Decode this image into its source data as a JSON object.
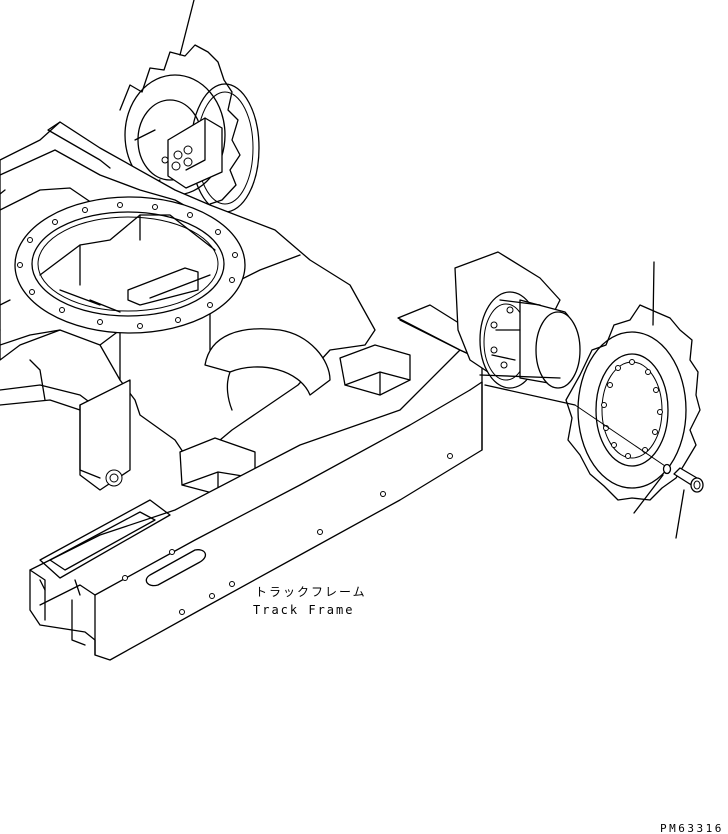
{
  "labels": {
    "track_frame_jp": "トラックフレーム",
    "track_frame_en": "Track Frame",
    "drawing_code": "PM63316"
  }
}
